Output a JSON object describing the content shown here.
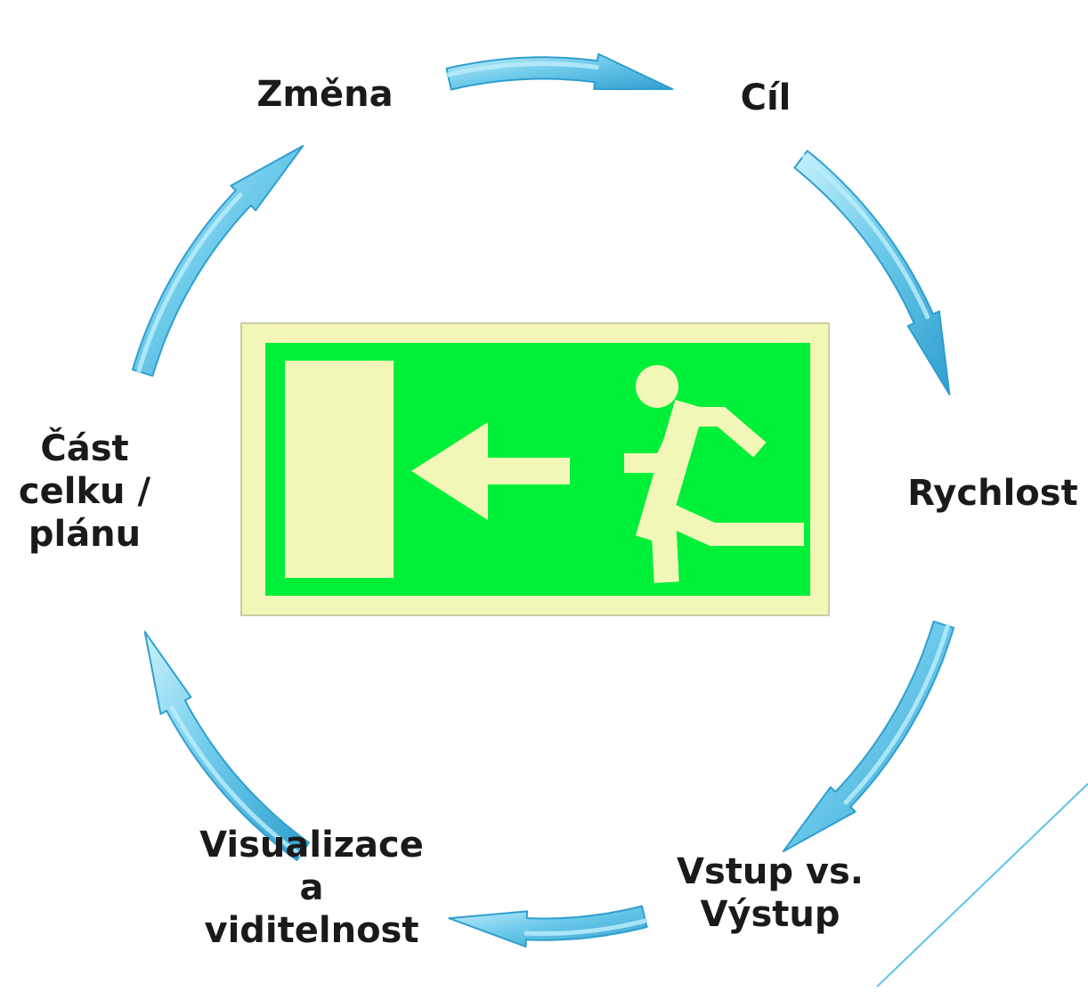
{
  "cycle_steps": [
    {
      "label_lines": [
        "Změna"
      ]
    },
    {
      "label_lines": [
        "Cíl"
      ]
    },
    {
      "label_lines": [
        "Rychlost"
      ]
    },
    {
      "label_lines": [
        "Vstup vs.",
        "Výstup"
      ]
    },
    {
      "label_lines": [
        "Visualizace",
        "a",
        "viditelnost"
      ]
    },
    {
      "label_lines": [
        "Část",
        "celku /",
        "plánu"
      ]
    }
  ],
  "center_image": {
    "icon": "emergency-exit-sign-icon",
    "description_colors": {
      "frame": "#f2f7b8",
      "panel": "#00f03a",
      "symbol": "#f2f7b8"
    }
  },
  "colors": {
    "arrow_fill": "#67c8ea",
    "arrow_light": "#b8ecfb",
    "arrow_dark": "#2f9fcf",
    "text": "#1a1a1a",
    "corner_line": "#5bc4ec"
  }
}
